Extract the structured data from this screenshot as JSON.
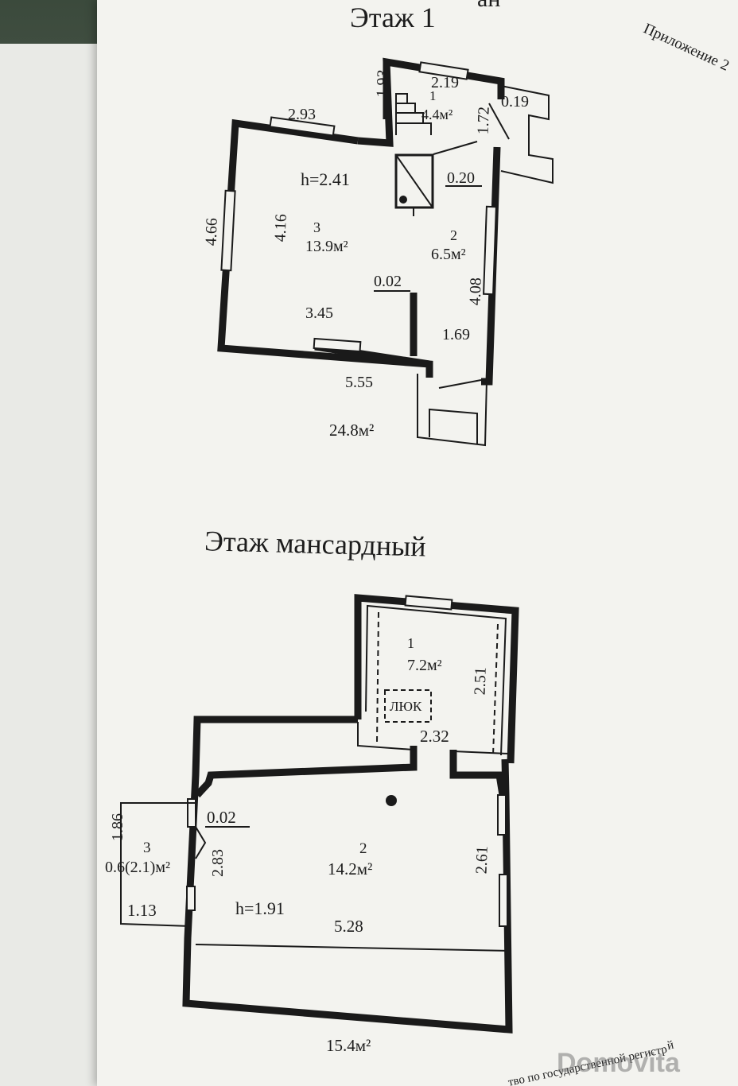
{
  "header": {
    "top_fragment": "ан",
    "appendix_label": "Приложение 2"
  },
  "floor1": {
    "title": "Этаж 1",
    "rooms": [
      {
        "number": "1",
        "area": "4.4м²"
      },
      {
        "number": "2",
        "area": "6.5м²"
      },
      {
        "number": "3",
        "area": "13.9м²"
      }
    ],
    "height": "h=2.41",
    "dimensions": [
      "1.93",
      "2.19",
      "0.19",
      "2.93",
      "1.72",
      "0.20",
      "4.66",
      "4.16",
      "0.02",
      "4.08",
      "3.45",
      "1.69",
      "5.55"
    ],
    "total_area": "24.8м²"
  },
  "attic": {
    "title": "Этаж мансардный",
    "hatch_label": "ЛЮК",
    "rooms": [
      {
        "number": "1",
        "area": "7.2м²"
      },
      {
        "number": "2",
        "area": "14.2м²"
      },
      {
        "number": "3",
        "area": "0.6(2.1)м²"
      }
    ],
    "height": "h=1.91",
    "dimensions": [
      "2.51",
      "2.32",
      "1.86",
      "0.02",
      "2.83",
      "2.61",
      "1.13",
      "5.28"
    ],
    "total_area": "15.4м²"
  },
  "footer": {
    "fragment1": "тво по государственной регистр",
    "fragment2": "й"
  },
  "watermark": "Domovita"
}
